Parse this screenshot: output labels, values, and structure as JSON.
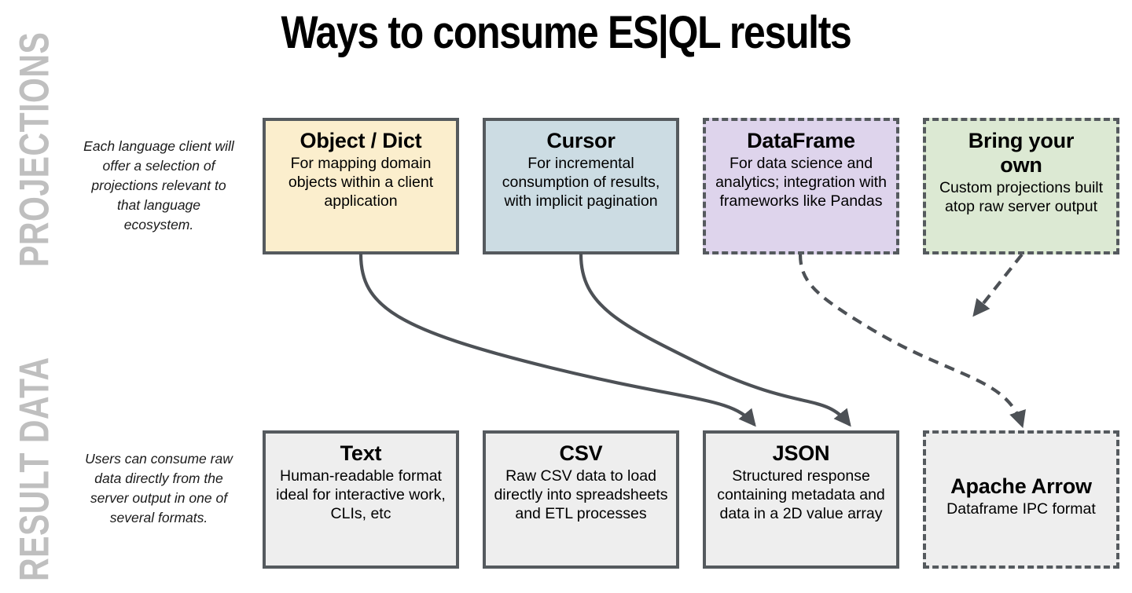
{
  "page": {
    "title": "Ways to consume ES|QL results",
    "background": "#ffffff"
  },
  "bands": [
    {
      "id": "projections",
      "label": "PROJECTIONS",
      "description": "Each language client will offer a selection of projections relevant to that language ecosystem.",
      "label_color": "#bfbfbf"
    },
    {
      "id": "result-data",
      "label": "RESULT DATA",
      "description": "Users can consume raw data directly from the server output in one of several formats.",
      "label_color": "#bfbfbf"
    }
  ],
  "nodes": {
    "projections": [
      {
        "id": "object-dict",
        "title": "Object / Dict",
        "description": "For mapping domain objects within a client application",
        "fill": "#fbeecd",
        "border_color": "#555a5e",
        "border_style": "solid"
      },
      {
        "id": "cursor",
        "title": "Cursor",
        "description": "For incremental consumption of results, with implicit pagination",
        "fill": "#ccdce3",
        "border_color": "#555a5e",
        "border_style": "solid"
      },
      {
        "id": "dataframe",
        "title": "DataFrame",
        "description": "For data science and analytics; integration with frameworks like Pandas",
        "fill": "#ded4ec",
        "border_color": "#555a5e",
        "border_style": "dashed"
      },
      {
        "id": "bring-your-own",
        "title": "Bring your own",
        "description": "Custom projections built atop raw server output",
        "fill": "#dce9d3",
        "border_color": "#555a5e",
        "border_style": "dashed"
      }
    ],
    "result_data": [
      {
        "id": "text",
        "title": "Text",
        "description": "Human-readable format ideal for interactive work, CLIs, etc",
        "fill": "#eeeeee",
        "border_color": "#555a5e",
        "border_style": "solid"
      },
      {
        "id": "csv",
        "title": "CSV",
        "description": "Raw CSV data to load directly into spreadsheets and ETL processes",
        "fill": "#eeeeee",
        "border_color": "#555a5e",
        "border_style": "solid"
      },
      {
        "id": "json",
        "title": "JSON",
        "description": "Structured response containing metadata and data in a 2D value array",
        "fill": "#eeeeee",
        "border_color": "#555a5e",
        "border_style": "solid"
      },
      {
        "id": "apache-arrow",
        "title": "Apache Arrow",
        "description": "Dataframe IPC format",
        "fill": "#eeeeee",
        "border_color": "#555a5e",
        "border_style": "dashed"
      }
    ]
  },
  "connectors": [
    {
      "id": "object-dict-to-json",
      "from": "object-dict",
      "to": "json",
      "style": "solid",
      "arrowhead": true
    },
    {
      "id": "cursor-to-json",
      "from": "cursor",
      "to": "json",
      "style": "solid",
      "arrowhead": true
    },
    {
      "id": "dataframe-to-apache-arrow",
      "from": "dataframe",
      "to": "apache-arrow",
      "style": "dashed",
      "arrowhead": true
    },
    {
      "id": "bring-your-own-dangling",
      "from": "bring-your-own",
      "to": "",
      "style": "dashed",
      "arrowhead": true
    }
  ],
  "colors": {
    "stroke": "#4d5156",
    "band_label": "#bfbfbf",
    "text": "#000000"
  }
}
